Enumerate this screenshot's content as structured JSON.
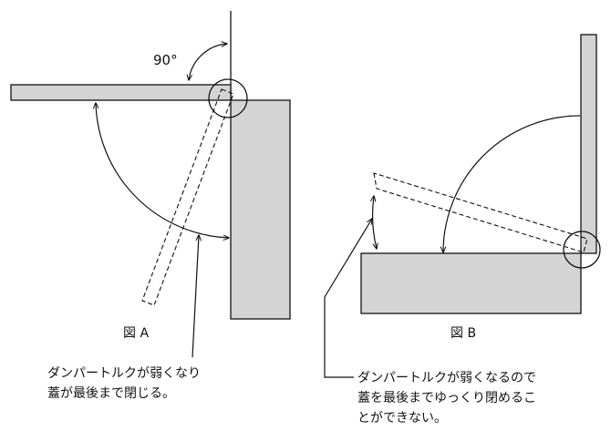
{
  "diagram_a": {
    "angle_label": "90°",
    "caption": "図 A",
    "note_line1": "ダンパートルクが弱くなり",
    "note_line2": "蓋が最後まで閉じる。"
  },
  "diagram_b": {
    "caption": "図 B",
    "note_line1": "ダンパートルクが弱くなるので",
    "note_line2": "蓋を最後までゆっくり閉めるこ",
    "note_line3": "とができない。"
  },
  "colors": {
    "panel_fill": "#d4d4d4",
    "stroke": "#111111",
    "background": "#ffffff"
  }
}
